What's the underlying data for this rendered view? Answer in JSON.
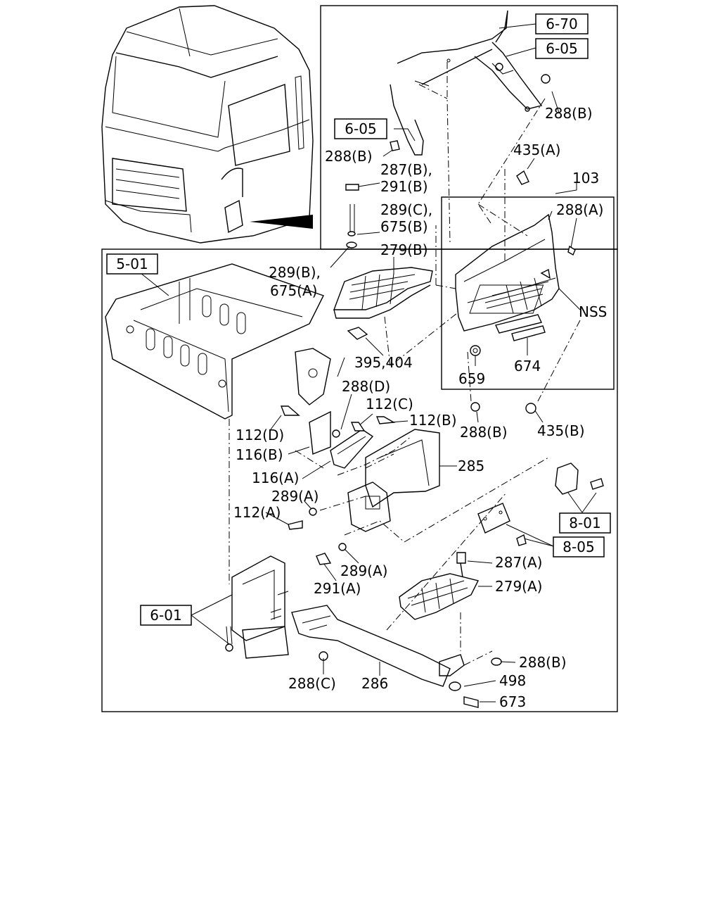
{
  "refs": {
    "r670": "6-70",
    "r605a": "6-05",
    "r605b": "6-05",
    "r501": "5-01",
    "r801": "8-01",
    "r805": "8-05",
    "r601": "6-01"
  },
  "labels": {
    "l288b_1": "288(B)",
    "l288b_2": "288(B)",
    "l435a": "435(A)",
    "l287b": "287(B),",
    "l291b": "291(B)",
    "l289c": "289(C),",
    "l675b": "675(B)",
    "l103": "103",
    "l288a": "288(A)",
    "l279b": "279(B)",
    "l289b": "289(B),",
    "l675a": "675(A)",
    "lnss": "NSS",
    "l395": "395,404",
    "l674": "674",
    "l659": "659",
    "l288d": "288(D)",
    "l112c": "112(C)",
    "l112b": "112(B)",
    "l288b_3": "288(B)",
    "l435b": "435(B)",
    "l112d": "112(D)",
    "l116b": "116(B)",
    "l285": "285",
    "l116a": "116(A)",
    "l289a_1": "289(A)",
    "l112a": "112(A)",
    "l287a": "287(A)",
    "l289a_2": "289(A)",
    "l291a": "291(A)",
    "l279a": "279(A)",
    "l288b_4": "288(B)",
    "l498": "498",
    "l288c": "288(C)",
    "l286": "286",
    "l673": "673"
  }
}
